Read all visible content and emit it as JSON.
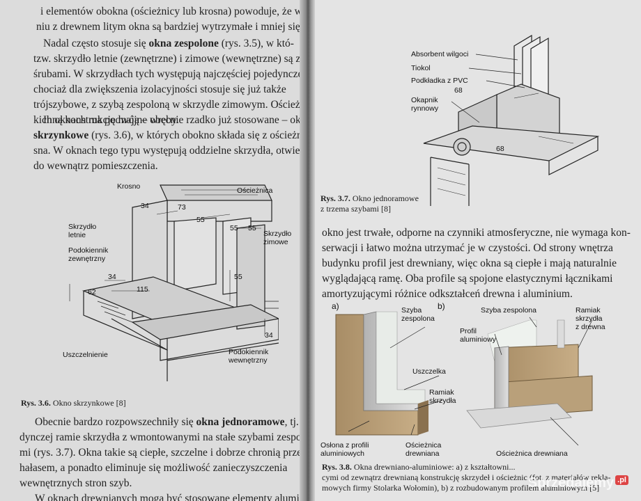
{
  "left": {
    "paragraphs": [
      {
        "lines": [
          "i elementów obokna (ościeżnicy lub krosna) powoduje, że w porów-",
          "niu z drewnem litym okna są bardziej wytrzymałe i mniej się paczą."
        ]
      },
      {
        "lines_parts": [
          [
            "Nadal często stosuje się ",
            "okna zespolone",
            " (rys. 3.5), w któ-"
          ],
          [
            "tzw. skrzydło letnie (zewnętrzne) i zimowe (wewnętrzne) są złączone"
          ],
          [
            "śrubami. W skrzydłach tych występują najczęściej pojedyncze szyby,"
          ],
          [
            "chociaż dla zwiększenia izolacyjności stosuje się już także"
          ],
          [
            "trójszybowe, z szybą zespoloną w skrzydle zimowym. Ościeżnica w ta-"
          ],
          [
            "kich oknach ma podwójne wręby."
          ]
        ]
      },
      {
        "lines_parts": [
          [
            "Inną konstrukcję mają – obecnie rzadko już stosowane – okna"
          ],
          [
            "",
            "skrzynkowe",
            " (rys. 3.6), w których obokno składa się z ościeżnicy i kro-"
          ],
          [
            "sna. W oknach tego typu występują oddzielne skrzydła, otwierające się"
          ],
          [
            "do wewnątrz pomieszczenia."
          ]
        ]
      }
    ],
    "figure_labels": {
      "krosno": "Krosno",
      "oscieznica": "Ościeżnica",
      "skrzydlo_letnie": "Skrzydło\nletnie",
      "skrzydlo_zimowe": "Skrzydło\nzimowe",
      "podokiennik_zew": "Podokiennik\nzewnętrzny",
      "uszczelnienie": "Uszczelnienie",
      "podokiennik_wew": "Podokiennik\nwewnętrzny",
      "dims": [
        "34",
        "73",
        "55",
        "55",
        "55",
        "34",
        "115",
        "62",
        "55",
        "34"
      ]
    },
    "caption": {
      "label": "Rys. 3.6.",
      "text": " Okno skrzynkowe [8]"
    },
    "bottom_paragraphs": [
      [
        "Obecnie bardzo rozpowszechniły się ",
        "okna jednoramowe",
        ", tj. o poje-"
      ],
      [
        "dynczej ramie skrzydła z wmontowanymi na stałe szybami zespolony-"
      ],
      [
        "mi (rys. 3.7). Okna takie są ciepłe, szczelne i dobrze chronią przed"
      ],
      [
        "hałasem, a ponadto eliminuje się możliwość zanieczyszczenia"
      ],
      [
        "wewnętrznych stron szyb."
      ],
      [
        "W oknach drewnianych mogą być stosowane elementy aluminiowe"
      ]
    ]
  },
  "right": {
    "fig37_labels": {
      "absorbent": "Absorbent wilgoci",
      "tiokol": "Tiokol",
      "podkladka": "Podkładka z PVC",
      "okapnik": "Okapnik\nrynnowy",
      "dim1": "68",
      "dim2": "68"
    },
    "caption37": {
      "label": "Rys. 3.7.",
      "line1": " Okno jednoramowe",
      "line2": "z trzema szybami [8]"
    },
    "paragraph": [
      "okno jest trwałe, odporne na czynniki atmosferyczne, nie wymaga kon-",
      "serwacji i łatwo można utrzymać je w czystości. Od strony wnętrza",
      "budynku profil jest drewniany, więc okna są ciepłe i mają naturalnie",
      "wyglądającą ramę. Oba profile są spojone elastycznymi łącznikami",
      "amortyzującymi różnice odkształceń drewna i aluminium."
    ],
    "fig38": {
      "a": "a)",
      "b": "b)",
      "szyba_a": "Szyba\nzespolona",
      "uszczelka": "Uszczelka",
      "ramiak_a": "Ramiak\nskrzydła",
      "oslona": "Osłona z profili\naluminiowych",
      "oscieznica_a": "Ościeżnica\ndrewniana",
      "szyba_b": "Szyba zespolona",
      "profil": "Profil\naluminiowy",
      "ramiak_b": "Ramiak\nskrzydła\nz drewna",
      "oscieznica_b": "Ościeżnica drewniana"
    },
    "caption38": {
      "label": "Rys. 3.8.",
      "line1": " Okna drewniano-aluminiowe: a) z kształtowni...",
      "line2": "cymi od zewnątrz drewnianą konstrukcję skrzydeł i ościeżnic (fot. z materiałów rekla-",
      "line3": "mowych firmy Stolarka Wołomin), b) z rozbudowanym profilem aluminiowym [5]"
    }
  },
  "watermark": {
    "text": "Sprzedajemy",
    "badge": ".pl"
  },
  "colors": {
    "page_left": "#dcdcdc",
    "page_right": "#e4e4e4",
    "ink": "#222222",
    "wood": "#b79a70",
    "aluminum": "#c9c9c9"
  }
}
